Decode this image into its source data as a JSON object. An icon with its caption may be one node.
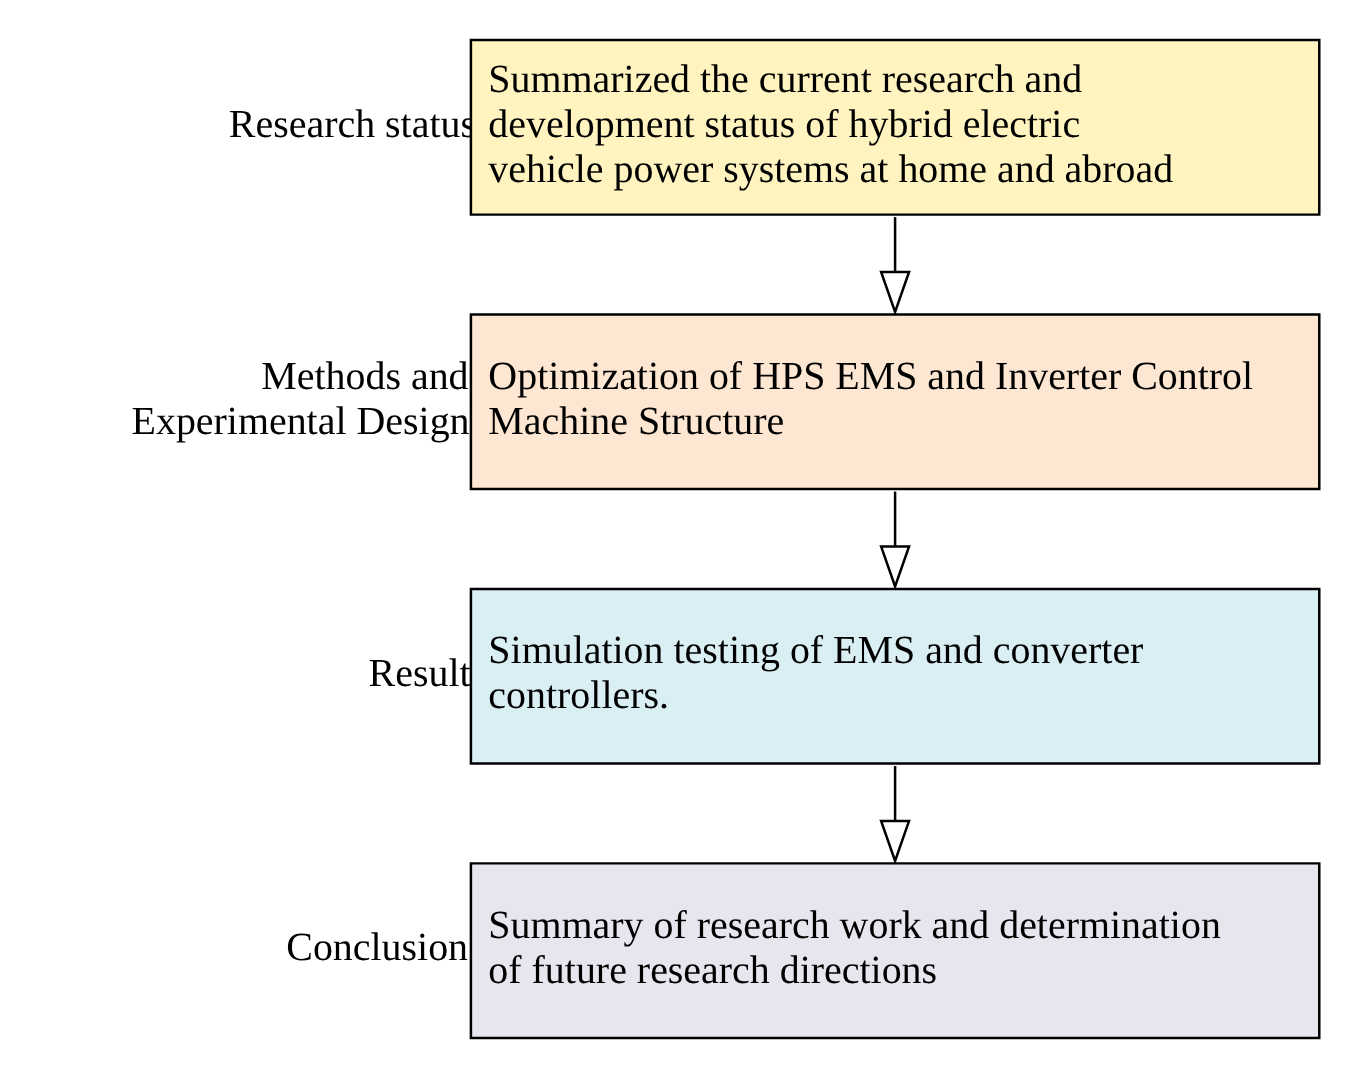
{
  "diagram": {
    "nodes": [
      {
        "text": [
          "Summarized the current research and development status of hybrid electric vehicle power systems at home and abroad"
        ],
        "beside": [
          "Research status"
        ]
      },
      {
        "text": [
          "Optimization of HPS EMS and Inverter Control Machine Structure"
        ],
        "beside": [
          "Methods and Experimental Design"
        ]
      },
      {
        "text": [
          "Simulation testing of EMS and converter controllers."
        ],
        "beside": [
          "Result"
        ]
      },
      {
        "text": [
          "Summary of research work and determination of future research directions"
        ],
        "beside": [
          "Conclusion"
        ]
      }
    ],
    "edges": [
      {
        "from": 0,
        "to": 1,
        "arrow": "to"
      },
      {
        "from": 1,
        "to": 2,
        "arrow": "to"
      },
      {
        "from": 2,
        "to": 3,
        "arrow": "to"
      }
    ]
  }
}
